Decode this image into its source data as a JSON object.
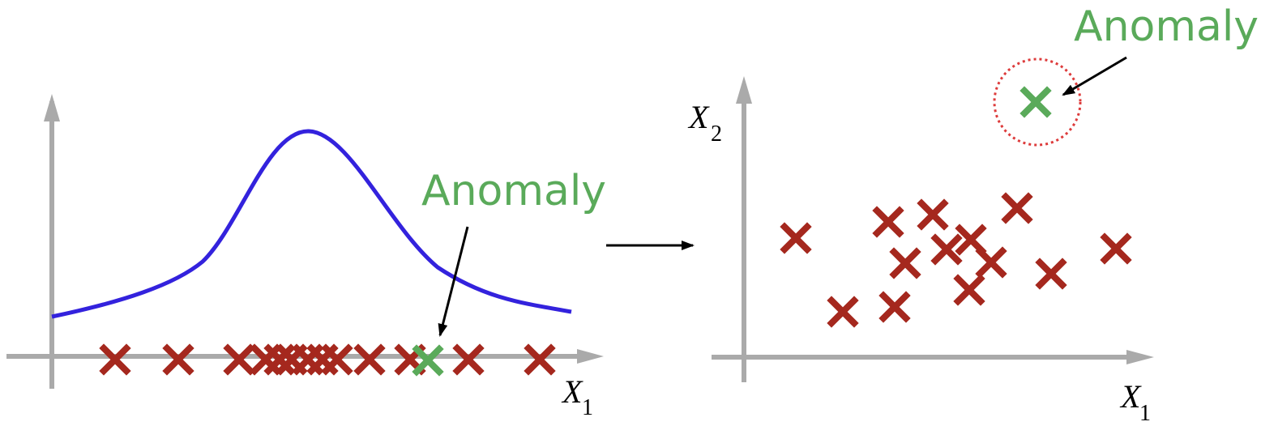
{
  "left_panel": {
    "annotation": "Anomaly",
    "x_axis_label": "X",
    "x_axis_subscript": "1"
  },
  "right_panel": {
    "annotation": "Anomaly",
    "x_axis_label": "X",
    "x_axis_subscript": "1",
    "y_axis_label": "X",
    "y_axis_subscript": "2"
  },
  "colors": {
    "axis": "#aaaaaa",
    "curve": "#3322dd",
    "normal_marker": "#a5281e",
    "anomaly": "#5aaa5a",
    "circle": "#dd3b3b",
    "arrow": "#000000"
  }
}
